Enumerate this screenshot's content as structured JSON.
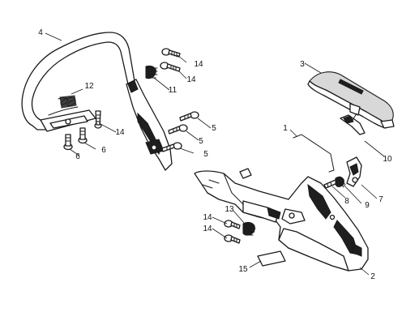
{
  "callouts": [
    {
      "id": "c1",
      "text": "1"
    },
    {
      "id": "c2",
      "text": "2"
    },
    {
      "id": "c3",
      "text": "3"
    },
    {
      "id": "c4",
      "text": "4"
    },
    {
      "id": "c5a",
      "text": "5"
    },
    {
      "id": "c5b",
      "text": "5"
    },
    {
      "id": "c5c",
      "text": "5"
    },
    {
      "id": "c6a",
      "text": "6"
    },
    {
      "id": "c6b",
      "text": "6"
    },
    {
      "id": "c7",
      "text": "7"
    },
    {
      "id": "c8",
      "text": "8"
    },
    {
      "id": "c9",
      "text": "9"
    },
    {
      "id": "c10",
      "text": "10"
    },
    {
      "id": "c11",
      "text": "11"
    },
    {
      "id": "c12",
      "text": "12"
    },
    {
      "id": "c13",
      "text": "13"
    },
    {
      "id": "c14a",
      "text": "14"
    },
    {
      "id": "c14b",
      "text": "14"
    },
    {
      "id": "c14c",
      "text": "14"
    },
    {
      "id": "c14d",
      "text": "14"
    },
    {
      "id": "c14e",
      "text": "14"
    },
    {
      "id": "c15",
      "text": "15"
    }
  ]
}
